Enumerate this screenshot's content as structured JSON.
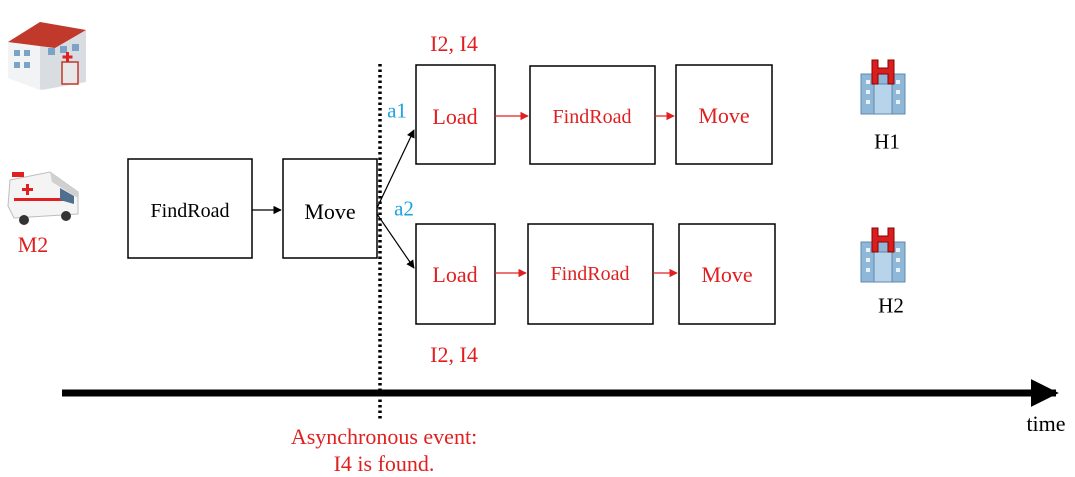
{
  "diagram": {
    "top_labels": {
      "upper": "I2, I4",
      "lower": "I2, I4"
    },
    "branch_labels": {
      "a1": "a1",
      "a2": "a2"
    },
    "initial_steps": {
      "findroad": "FindRoad",
      "move": "Move"
    },
    "branch1": {
      "load": "Load",
      "findroad": "FindRoad",
      "move": "Move"
    },
    "branch2": {
      "load": "Load",
      "findroad": "FindRoad",
      "move": "Move"
    },
    "ambulance_label": "M2",
    "hospitals": {
      "h1": "H1",
      "h2": "H2"
    },
    "event_text": {
      "line1": "Asynchronous event:",
      "line2": "I4 is found."
    },
    "time_axis_label": "time",
    "colors": {
      "accent_red": "#e02020",
      "branch_blue": "#1ba3e0",
      "ink": "#000000"
    },
    "icons": [
      "hospital-building-icon",
      "ambulance-icon",
      "hospital-h-icon"
    ]
  }
}
